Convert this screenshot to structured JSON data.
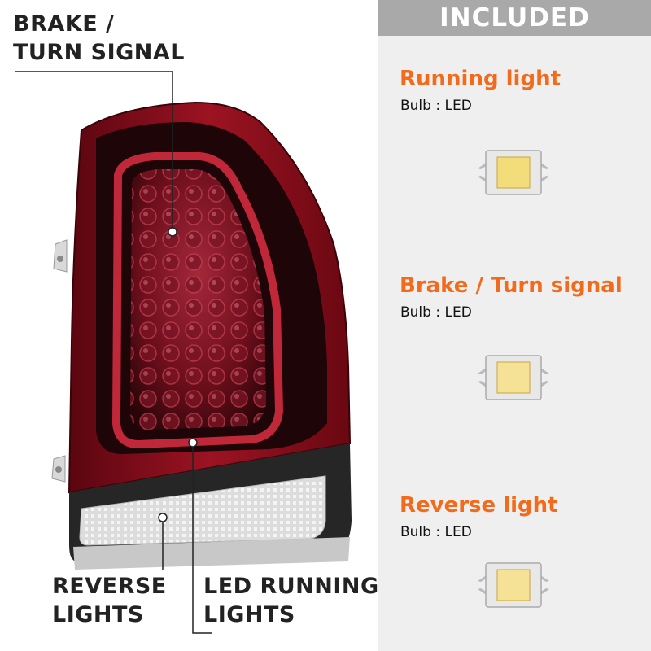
{
  "callouts": {
    "brake_line1": "BRAKE /",
    "brake_line2": "TURN SIGNAL",
    "reverse_line1": "REVERSE",
    "reverse_line2": "LIGHTS",
    "running_line1": "LED RUNNING",
    "running_line2": "LIGHTS"
  },
  "included": {
    "header": "INCLUDED",
    "features": [
      {
        "title": "Running light",
        "bulb": "Bulb : LED"
      },
      {
        "title": "Brake / Turn signal",
        "bulb": "Bulb : LED"
      },
      {
        "title": "Reverse light",
        "bulb": "Bulb : LED"
      }
    ]
  },
  "colors": {
    "accent": "#f26a1b",
    "header_bg": "#a9a9a9",
    "panel_bg": "#efefef",
    "lens_red": "#8a0e1a",
    "lens_dark": "#2a0a0e"
  }
}
